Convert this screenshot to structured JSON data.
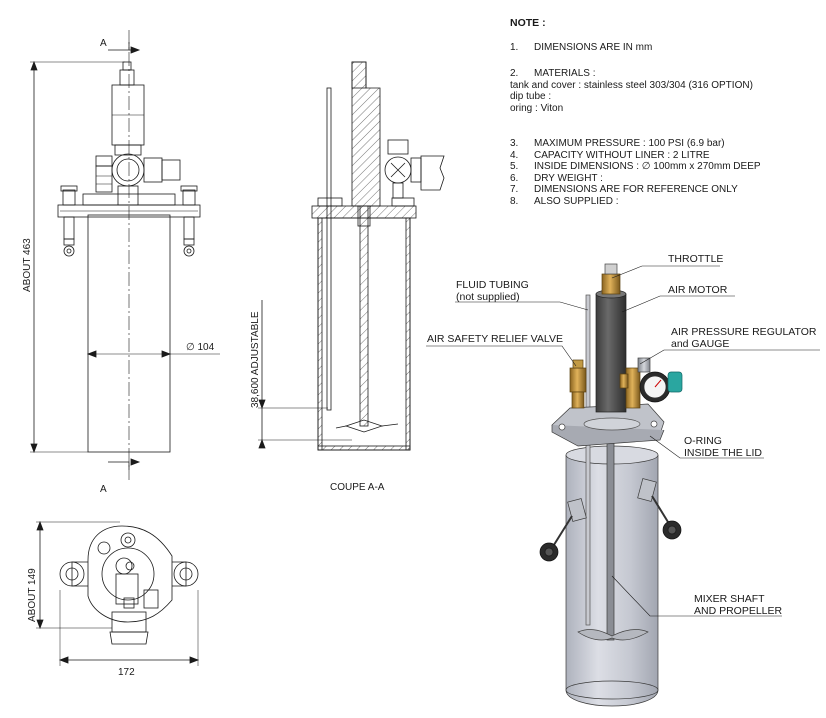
{
  "notes": {
    "title": "NOTE :",
    "n1": "1.",
    "t1": "DIMENSIONS ARE IN mm",
    "n2": "2.",
    "t2": "MATERIALS :",
    "t2a": "tank and cover : stainless steel 303/304 (316 OPTION)",
    "t2b": "dip tube :",
    "t2c": "oring : Viton",
    "n3": "3.",
    "t3": "MAXIMUM PRESSURE : 100 PSI (6.9 bar)",
    "n4": "4.",
    "t4": "CAPACITY WITHOUT LINER : 2 LITRE",
    "n5": "5.",
    "t5": "INSIDE DIMENSIONS : ∅ 100mm x 270mm DEEP",
    "n6": "6.",
    "t6": "DRY WEIGHT :",
    "n7": "7.",
    "t7": "DIMENSIONS ARE FOR REFERENCE ONLY",
    "n8": "8.",
    "t8": "ALSO SUPPLIED :"
  },
  "front_view": {
    "section_mark": "A",
    "height_label": "ABOUT 463",
    "diameter_label": "∅ 104"
  },
  "section_view": {
    "adjust_label": "38,600 ADJUSTABLE",
    "caption": "COUPE A-A"
  },
  "top_view": {
    "height_label": "ABOUT 149",
    "width_label": "172"
  },
  "callouts": {
    "throttle": "THROTTLE",
    "air_motor": "AIR MOTOR",
    "fluid_tubing_1": "FLUID TUBING",
    "fluid_tubing_2": "(not supplied)",
    "air_pressure_1": "AIR PRESSURE REGULATOR",
    "air_pressure_2": "and GAUGE",
    "relief_valve": "AIR SAFETY RELIEF VALVE",
    "o_ring_1": "O-RING",
    "o_ring_2": "INSIDE THE LID",
    "mixer_1": "MIXER SHAFT",
    "mixer_2": "AND PROPELLER"
  },
  "colors": {
    "line": "#1a1a1a",
    "tank_fill": "#c9ccd6",
    "metal": "#9a9ea6",
    "brass": "#b8892e",
    "gauge_teal": "#2aa6a0"
  }
}
